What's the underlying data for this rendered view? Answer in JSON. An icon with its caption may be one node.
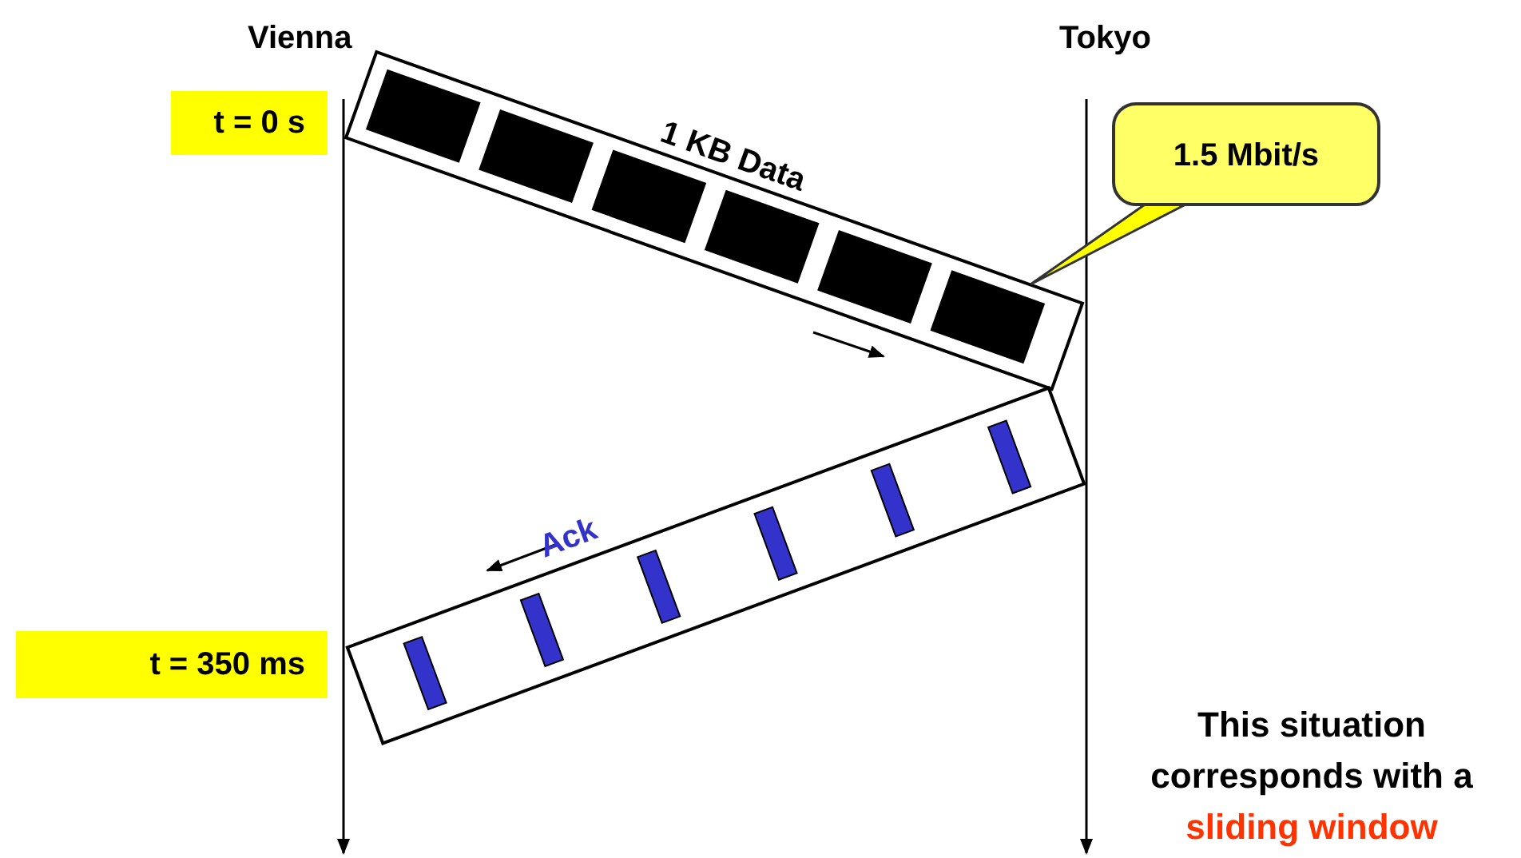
{
  "diagram": {
    "nodes": [
      {
        "text": [
          "t = 0 s"
        ]
      },
      {
        "text": [
          "1 KB Data"
        ]
      },
      {
        "text": [
          "1.5 Mbit/s"
        ]
      },
      {
        "text": [
          "Ack"
        ]
      },
      {
        "text": [
          "t = 350 ms"
        ]
      }
    ],
    "labels": [
      "Vienna",
      "Tokyo",
      "This situation corresponds with a",
      "sliding window"
    ]
  }
}
